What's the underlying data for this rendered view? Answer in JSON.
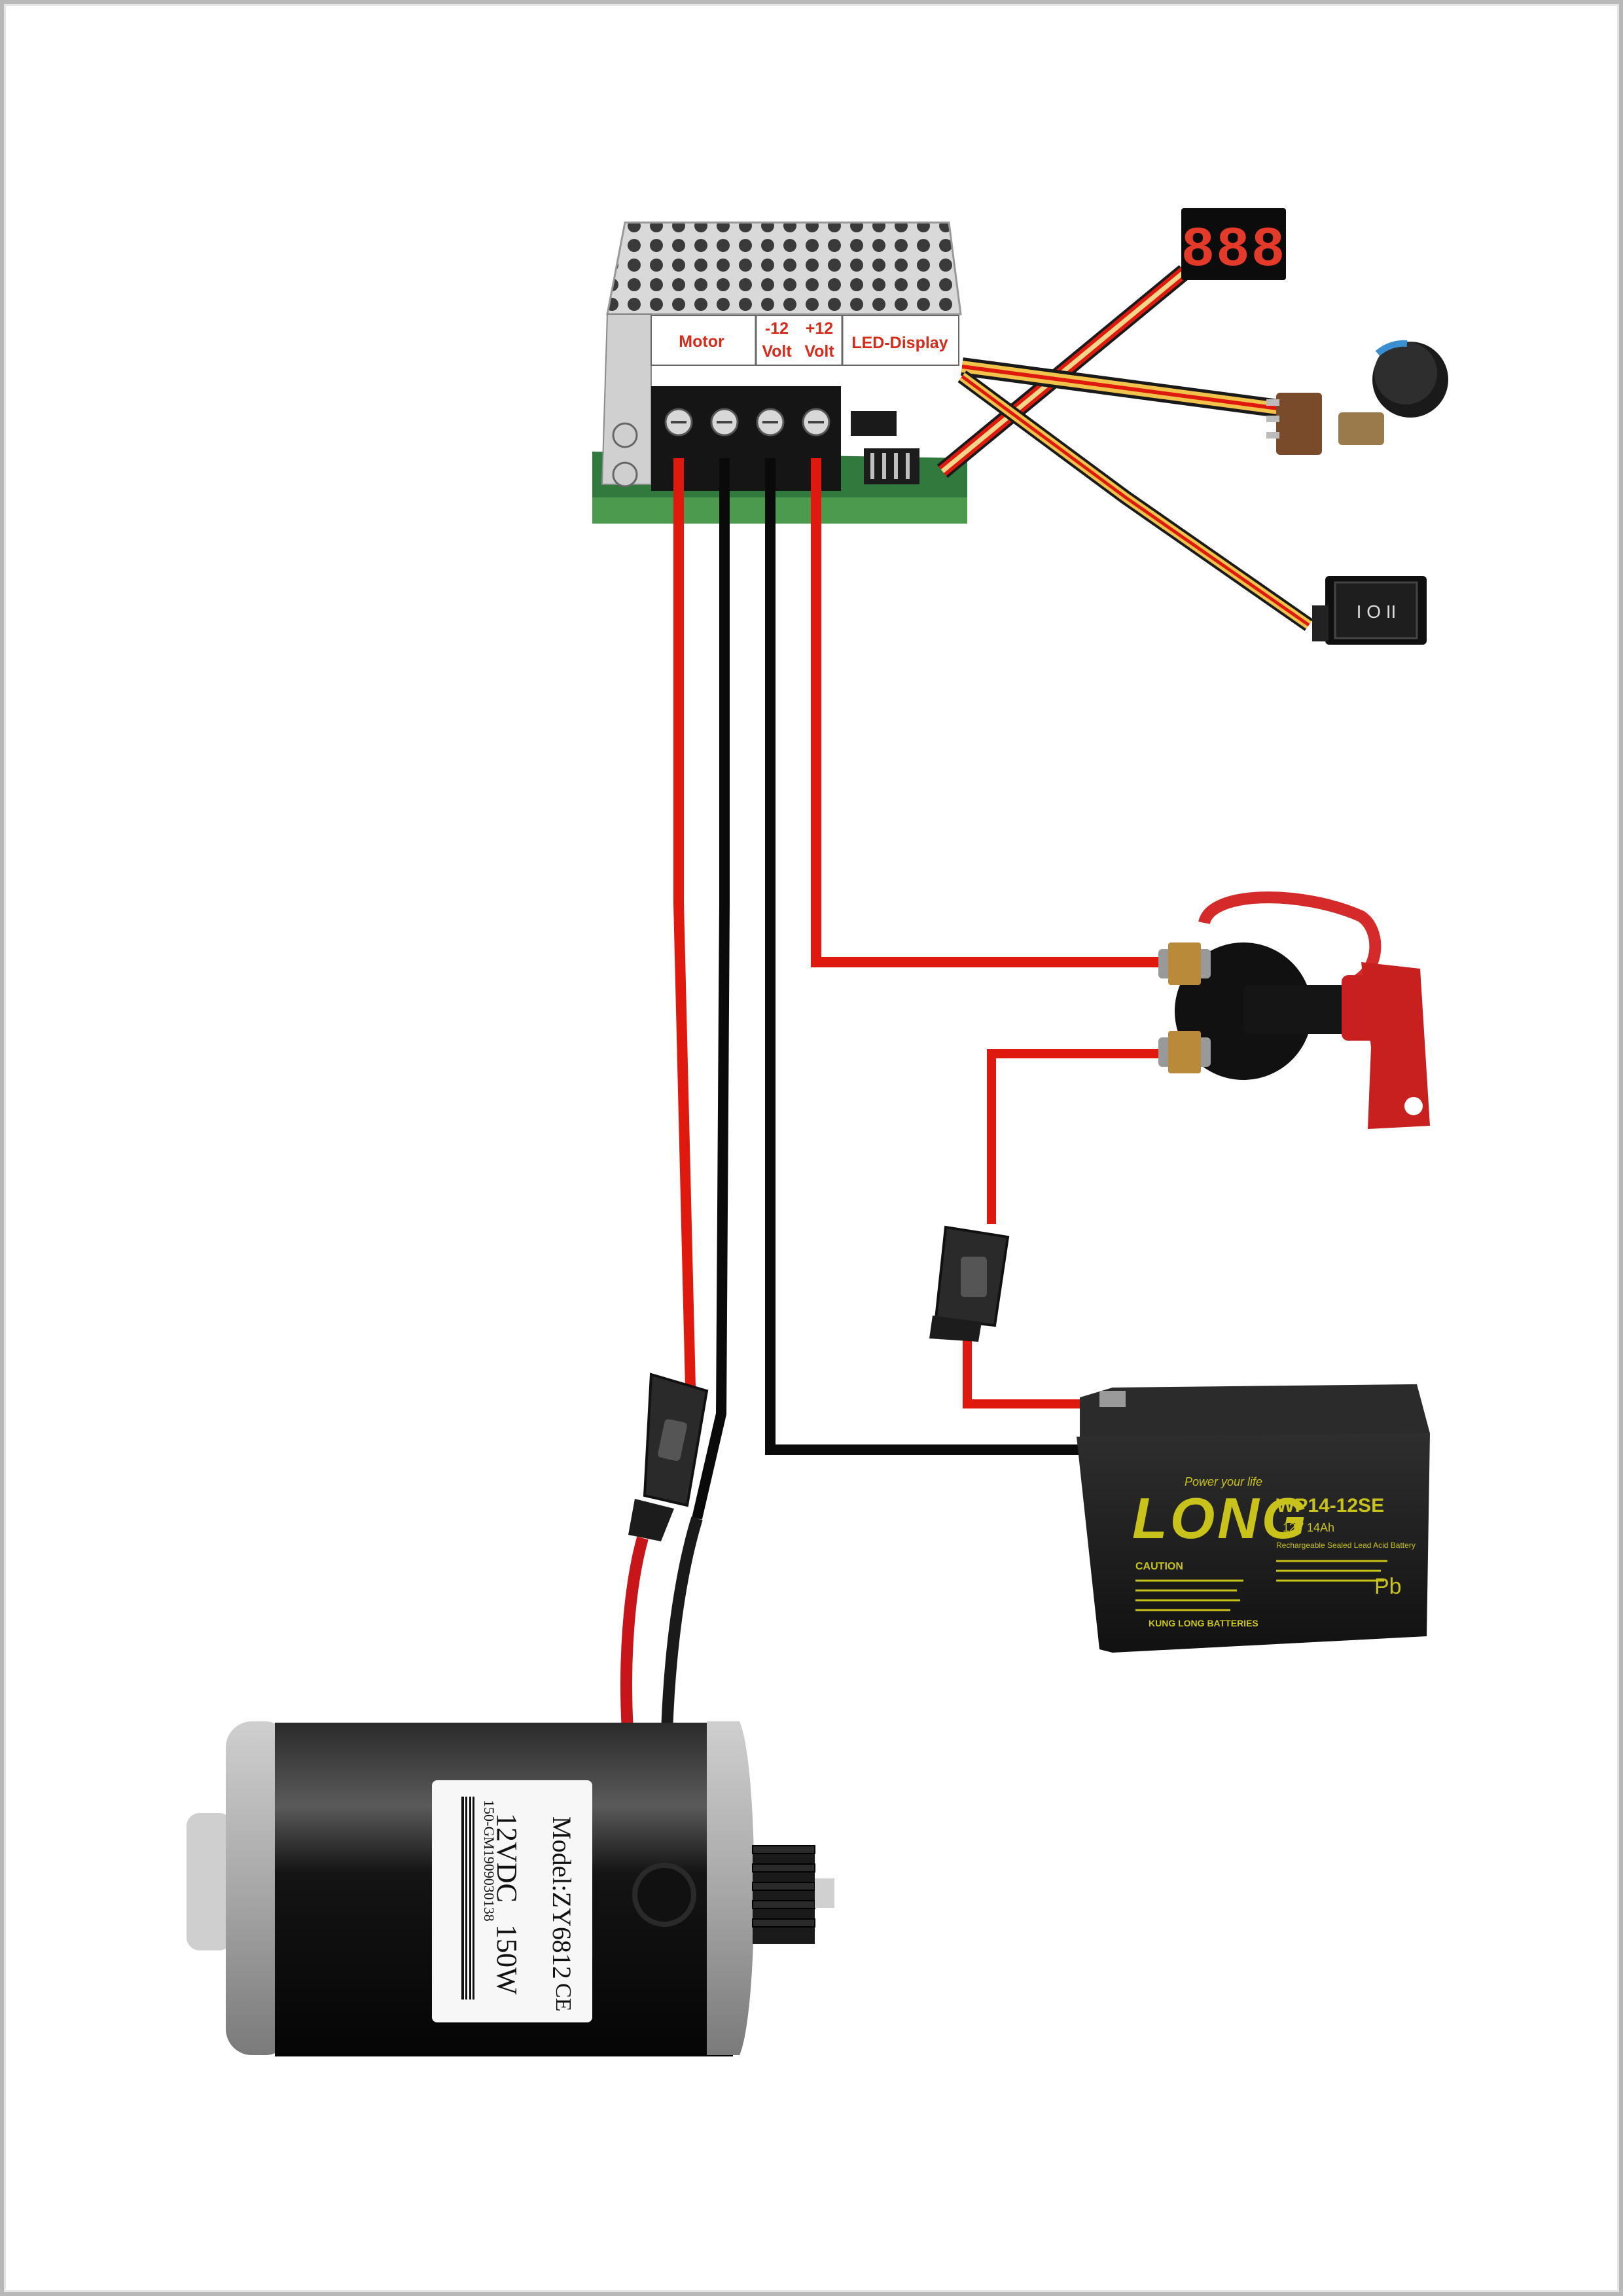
{
  "controller": {
    "terminal_labels": {
      "motor": "Motor",
      "neg_top": "-12",
      "neg_bottom": "Volt",
      "pos_top": "+12",
      "pos_bottom": "Volt",
      "led_display": "LED-Display"
    }
  },
  "led_display": {
    "digits": "888"
  },
  "rocker_switch": {
    "symbols": "I O II"
  },
  "motor": {
    "model": "Model:ZY6812",
    "voltage": "12VDC",
    "power": "150W",
    "ce": "CE",
    "serial": "150-GM1909030138"
  },
  "battery": {
    "brand": "LONG",
    "tagline": "Power your life",
    "model": "WP14-12SE",
    "rating": "12V 14Ah",
    "caution": "CAUTION",
    "description": "Rechargeable Sealed Lead Acid Battery",
    "manufacturer": "KUNG LONG BATTERIES",
    "recycle": "Pb"
  },
  "colors": {
    "wire_red": "#e0190f",
    "wire_black": "#0a0a0a",
    "label_red": "#d62a1a",
    "battery_text": "#c9c21a"
  }
}
